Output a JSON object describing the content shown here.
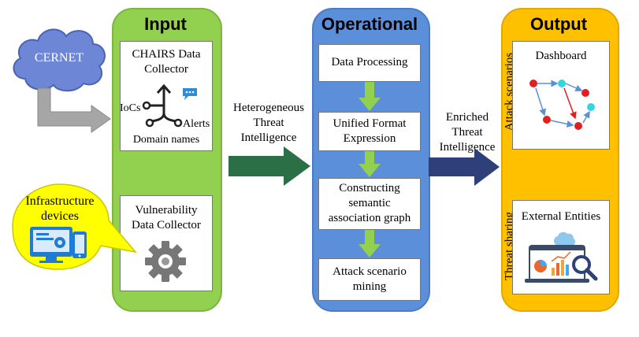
{
  "cloud": {
    "label": "CERNET"
  },
  "input": {
    "title": "Input",
    "collector": {
      "title": "CHAIRS Data Collector",
      "iocs": "IoCs",
      "alerts": "Alerts",
      "domains": "Domain names"
    },
    "vuln": {
      "title": "Vulnerability Data Collector"
    }
  },
  "callout": {
    "label": "Infrastructure devices"
  },
  "arrow1": {
    "label": "Heterogeneous Threat Intelligence"
  },
  "operational": {
    "title": "Operational",
    "steps": [
      "Data Processing",
      "Unified Format Expression",
      "Constructing semantic association graph",
      "Attack scenario mining"
    ]
  },
  "arrow2": {
    "label": "Enriched Threat Intelligence"
  },
  "output": {
    "title": "Output",
    "scenarios": {
      "side": "Attack scenarios",
      "title": "Dashboard"
    },
    "sharing": {
      "side": "Threat sharing",
      "title": "External Entities"
    }
  },
  "colors": {
    "input_panel": "#92D050",
    "operational_panel": "#5B8FDA",
    "output_panel": "#FFC000",
    "cloud": "#6D86D6",
    "callout": "#FFFF00",
    "arrow_green": "#2A6F45",
    "arrow_navy": "#2E3F7A"
  }
}
